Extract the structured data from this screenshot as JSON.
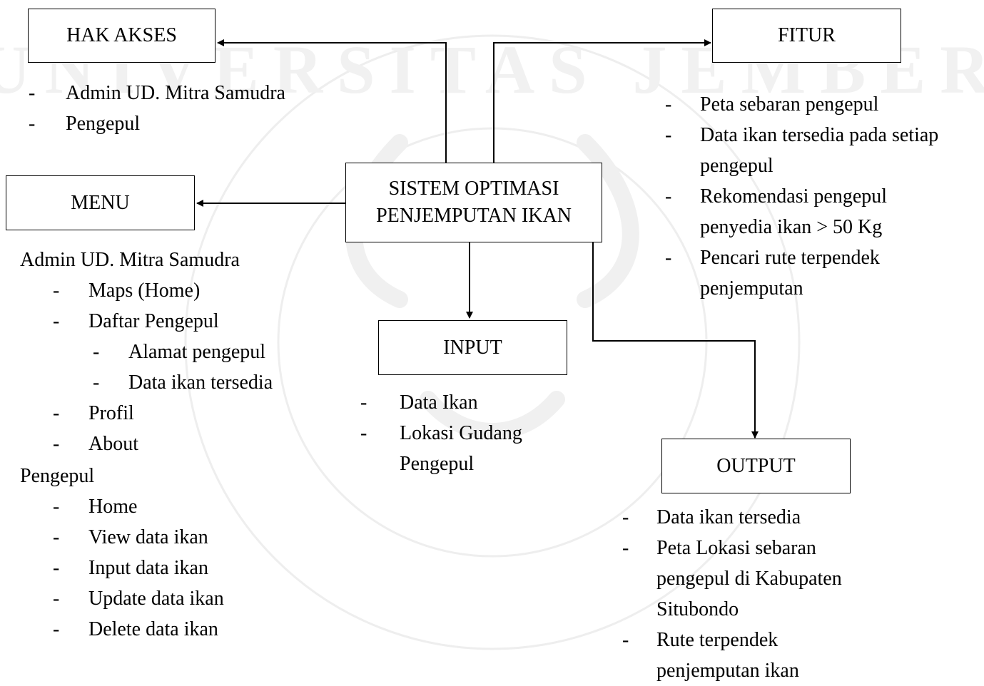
{
  "watermark": {
    "text": "UNIVERSITAS JEMBER",
    "color": "#e8e8e8"
  },
  "center_box": {
    "line1": "SISTEM OPTIMASI",
    "line2": "PENJEMPUTAN IKAN"
  },
  "hak_akses": {
    "title": "HAK AKSES",
    "items": [
      "Admin UD. Mitra Samudra",
      "Pengepul"
    ]
  },
  "menu": {
    "title": "MENU",
    "admin_heading": "Admin UD. Mitra Samudra",
    "admin_items": [
      "Maps (Home)",
      "Daftar Pengepul",
      "Alamat pengepul",
      "Data ikan tersedia",
      "Profil",
      "About"
    ],
    "pengepul_heading": "Pengepul",
    "pengepul_items": [
      "Home",
      "View data ikan",
      "Input data ikan",
      "Update data ikan",
      "Delete data ikan"
    ]
  },
  "fitur": {
    "title": "FITUR",
    "items": [
      [
        "Peta sebaran pengepul"
      ],
      [
        "Data ikan tersedia pada setiap",
        "pengepul"
      ],
      [
        "Rekomendasi pengepul",
        "penyedia ikan > 50 Kg"
      ],
      [
        "Pencari rute terpendek",
        "penjemputan"
      ]
    ]
  },
  "input": {
    "title": "INPUT",
    "items": [
      [
        "Data Ikan"
      ],
      [
        "Lokasi Gudang",
        "Pengepul"
      ]
    ]
  },
  "output": {
    "title": "OUTPUT",
    "items": [
      [
        "Data ikan tersedia"
      ],
      [
        "Peta Lokasi sebaran",
        "pengepul di Kabupaten",
        "Situbondo"
      ],
      [
        "Rute terpendek",
        "penjemputan ikan"
      ]
    ]
  },
  "dash": "-"
}
